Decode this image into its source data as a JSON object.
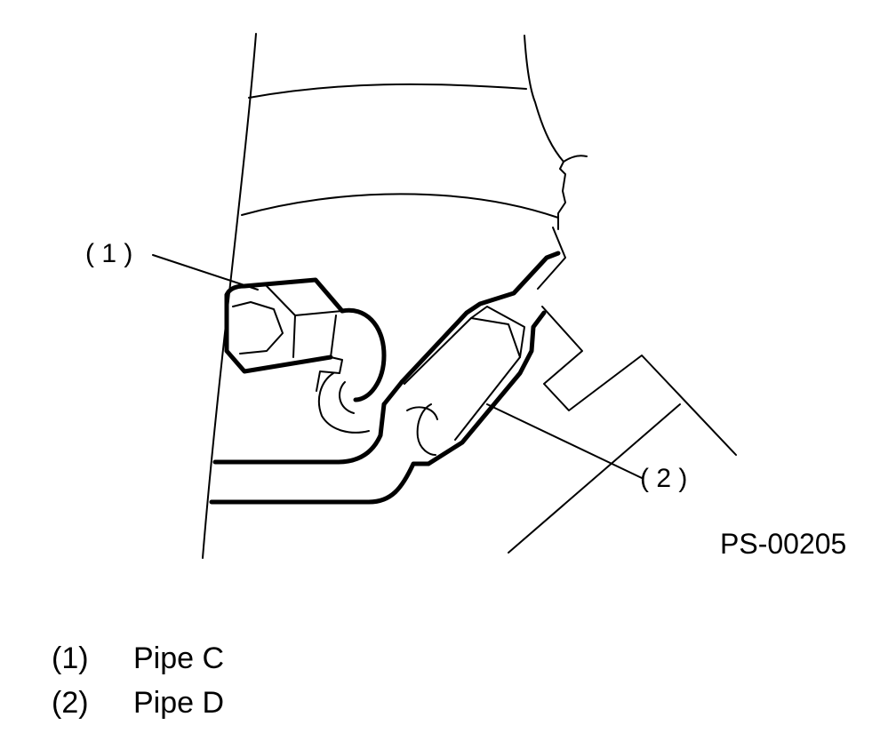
{
  "diagram": {
    "figure_id": "PS-00205",
    "callouts": [
      {
        "label": "( 1 )"
      },
      {
        "label": "( 2 )"
      }
    ]
  },
  "legend": [
    {
      "number": "(1)",
      "text": "Pipe C"
    },
    {
      "number": "(2)",
      "text": "Pipe D"
    }
  ]
}
